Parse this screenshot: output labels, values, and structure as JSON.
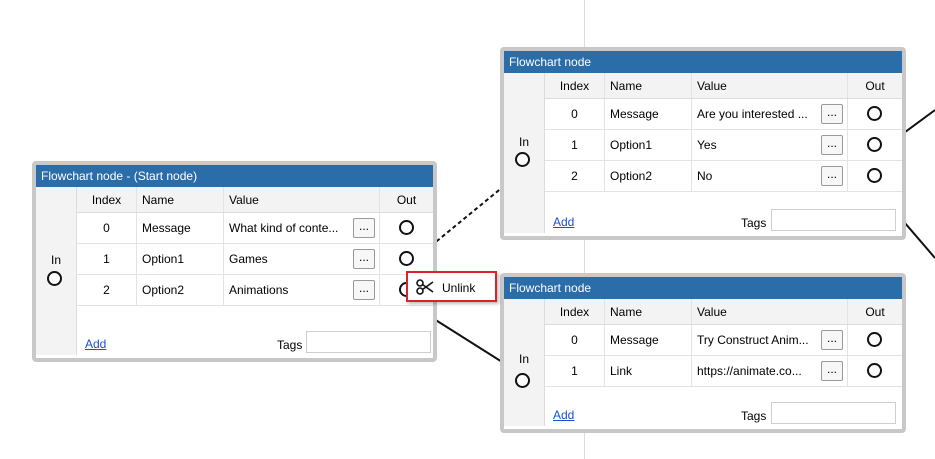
{
  "columns": {
    "index": "Index",
    "name": "Name",
    "value": "Value",
    "out": "Out"
  },
  "in_label": "In",
  "add_label": "Add",
  "tags_label": "Tags",
  "edit_button_label": "...",
  "context_menu": {
    "unlink_label": "Unlink",
    "icon": "scissors-icon"
  },
  "nodes": [
    {
      "title": "Flowchart node - (Start node)",
      "rows": [
        {
          "index": "0",
          "name": "Message",
          "value": "What kind of conte..."
        },
        {
          "index": "1",
          "name": "Option1",
          "value": "Games"
        },
        {
          "index": "2",
          "name": "Option2",
          "value": "Animations"
        }
      ]
    },
    {
      "title": "Flowchart node",
      "rows": [
        {
          "index": "0",
          "name": "Message",
          "value": "Are you interested ..."
        },
        {
          "index": "1",
          "name": "Option1",
          "value": "Yes"
        },
        {
          "index": "2",
          "name": "Option2",
          "value": "No"
        }
      ]
    },
    {
      "title": "Flowchart node",
      "rows": [
        {
          "index": "0",
          "name": "Message",
          "value": "Try Construct Anim..."
        },
        {
          "index": "1",
          "name": "Link",
          "value": "https://animate.co..."
        }
      ]
    }
  ]
}
